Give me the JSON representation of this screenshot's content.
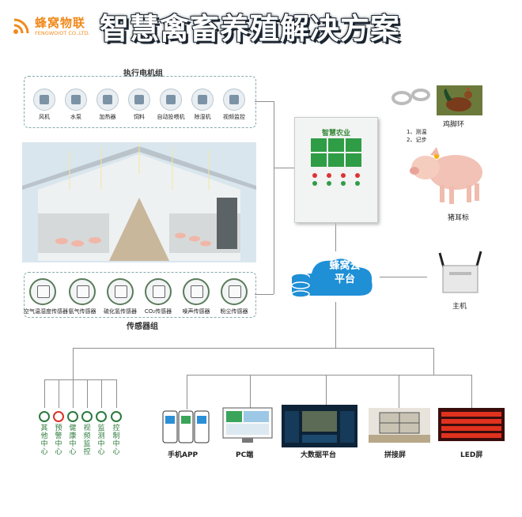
{
  "brand": {
    "name_cn": "蜂窝物联",
    "name_en": "FENGWOIOT CO.,LTD.",
    "color": "#f08a1c"
  },
  "title": "智慧禽畜养殖解决方案",
  "motor_group": {
    "label": "执行电机组",
    "devices": [
      {
        "label": "风机",
        "icon": "fan-icon"
      },
      {
        "label": "水泵",
        "icon": "pump-icon"
      },
      {
        "label": "加热器",
        "icon": "heater-icon"
      },
      {
        "label": "饲料",
        "icon": "feed-icon"
      },
      {
        "label": "自动投喂机",
        "icon": "feeder-icon"
      },
      {
        "label": "除湿机",
        "icon": "dehumidifier-icon"
      },
      {
        "label": "视频监控",
        "icon": "camera-icon"
      }
    ]
  },
  "sensor_group": {
    "label": "传感器组",
    "sensors": [
      {
        "label": "空气温湿度传感器",
        "icon": "temp-humidity-sensor-icon"
      },
      {
        "label": "氨气传感器",
        "icon": "ammonia-sensor-icon"
      },
      {
        "label": "硫化氢传感器",
        "icon": "h2s-sensor-icon"
      },
      {
        "label": "CO₂传感器",
        "icon": "co2-sensor-icon"
      },
      {
        "label": "噪声传感器",
        "icon": "noise-sensor-icon"
      },
      {
        "label": "粉尘传感器",
        "icon": "dust-sensor-icon"
      }
    ]
  },
  "controller": {
    "title": "智慧农业"
  },
  "cloud": {
    "line1": "蜂窝云",
    "line2": "平台",
    "color": "#1f8fd6"
  },
  "chicken": {
    "label": "鸡脚环"
  },
  "pig": {
    "label": "猪耳标",
    "notes": [
      "1、测温",
      "2、记步"
    ]
  },
  "host": {
    "label": "主机"
  },
  "centers": [
    {
      "label": "其他中心",
      "icon": "gear-icon",
      "color": "#2c7a3d"
    },
    {
      "label": "预警中心",
      "icon": "alert-icon",
      "color": "#d9342b"
    },
    {
      "label": "健康中心",
      "icon": "heart-icon",
      "color": "#2c7a3d"
    },
    {
      "label": "视频监控",
      "icon": "camera-icon",
      "color": "#2c7a3d"
    },
    {
      "label": "监测中心",
      "icon": "monitor-icon",
      "color": "#2c7a3d"
    },
    {
      "label": "控制中心",
      "icon": "control-icon",
      "color": "#2c7a3d"
    }
  ],
  "displays": [
    {
      "label": "手机APP"
    },
    {
      "label": "PC端"
    },
    {
      "label": "大数据平台"
    },
    {
      "label": "拼接屏"
    },
    {
      "label": "LED屏"
    }
  ]
}
